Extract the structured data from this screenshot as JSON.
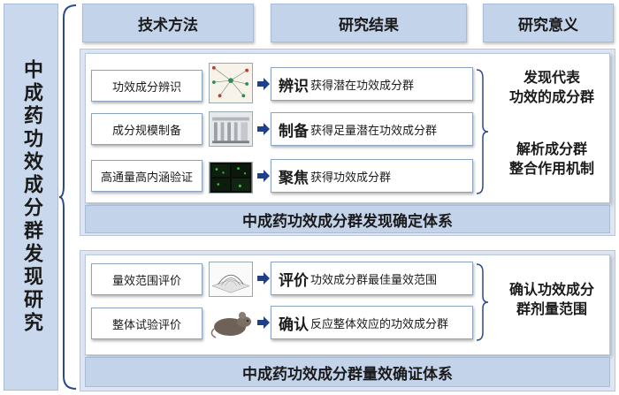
{
  "left_title": "中成药功效成分群发现研究",
  "headers": {
    "method": "技术方法",
    "result": "研究结果",
    "meaning": "研究意义"
  },
  "section1": {
    "methods": [
      "功效成分辨识",
      "成分规模制备",
      "高通量高内涵验证"
    ],
    "results": [
      {
        "key": "辨识",
        "text": "获得潜在功效成分群"
      },
      {
        "key": "制备",
        "text": "获得足量潜在功效成分群"
      },
      {
        "key": "聚焦",
        "text": "获得功效成分群"
      }
    ],
    "meanings": [
      "发现代表",
      "功效的成分群",
      "解析成分群",
      "整合作用机制"
    ],
    "footer": "中成药功效成分群发现确定体系"
  },
  "section2": {
    "methods": [
      "量效范围评价",
      "整体试验评价"
    ],
    "results": [
      {
        "key": "评价",
        "text": "功效成分群最佳量效范围"
      },
      {
        "key": "确认",
        "text": "反应整体效应的功效成分群"
      }
    ],
    "meanings": [
      "确认功效成分",
      "群剂量范围"
    ],
    "footer": "中成药功效成分群量效确证体系"
  },
  "icons": {
    "arrow": "arrow-right-icon",
    "thumb1": "network-graph-image",
    "thumb2": "lab-equipment-image",
    "thumb3": "fluorescence-microscopy-image",
    "thumb4": "surface-plot-image",
    "thumb5": "mouse-image"
  },
  "colors": {
    "header_bg": "#c3d3ea",
    "panel_bg": "#dde6f2",
    "arrow": "#1f3f8a",
    "brace": "#2b4a8a"
  }
}
